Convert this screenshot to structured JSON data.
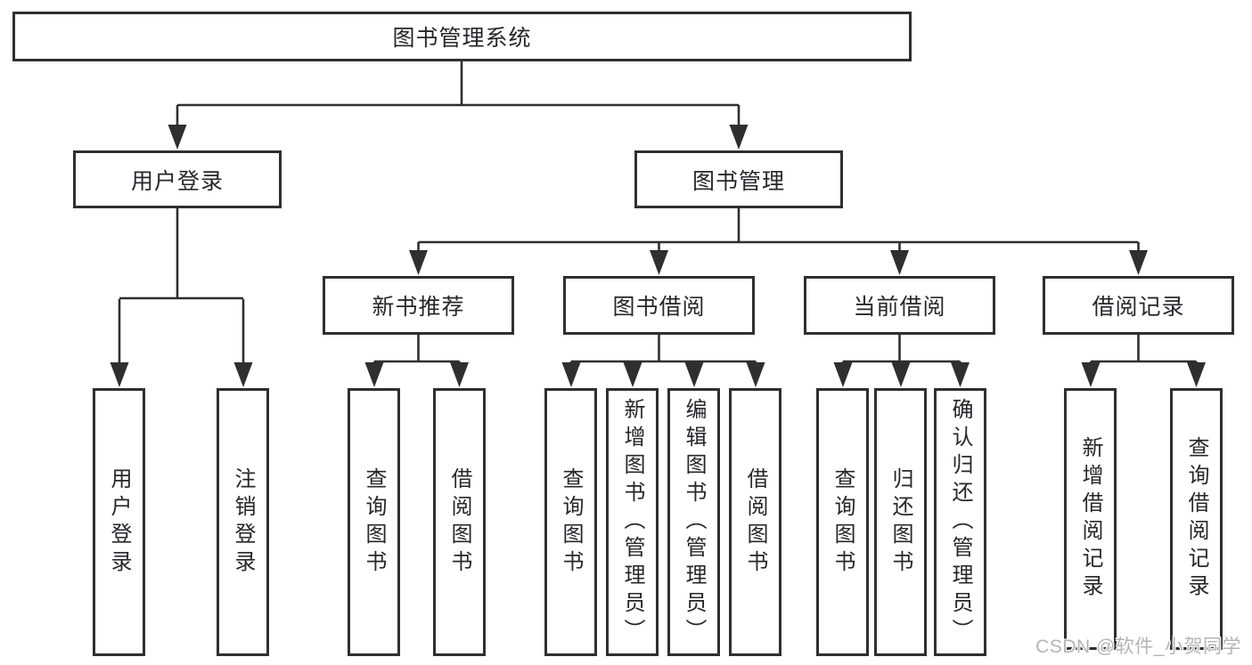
{
  "colors": {
    "line": "#2f2f2f",
    "border": "#2f2f2f",
    "text": "#26272b",
    "watermark": "#b5b5b5",
    "background": "#ffffff"
  },
  "tree": {
    "root": {
      "label": "图书管理系统"
    },
    "branches": [
      {
        "label": "用户登录",
        "children": [
          {
            "label": "用户登录"
          },
          {
            "label": "注销登录"
          }
        ]
      },
      {
        "label": "图书管理",
        "children": [
          {
            "label": "新书推荐",
            "children": [
              {
                "label": "查询图书"
              },
              {
                "label": "借阅图书"
              }
            ]
          },
          {
            "label": "图书借阅",
            "children": [
              {
                "label": "查询图书"
              },
              {
                "label": "新增图书（管理员）"
              },
              {
                "label": "编辑图书（管理员）"
              },
              {
                "label": "借阅图书"
              }
            ]
          },
          {
            "label": "当前借阅",
            "children": [
              {
                "label": "查询图书"
              },
              {
                "label": "归还图书"
              },
              {
                "label": "确认归还（管理员）"
              }
            ]
          },
          {
            "label": "借阅记录",
            "children": [
              {
                "label": "新增借阅记录"
              },
              {
                "label": "查询借阅记录"
              }
            ]
          }
        ]
      }
    ]
  },
  "watermark": {
    "text": "CSDN @软件_小贺同学"
  }
}
